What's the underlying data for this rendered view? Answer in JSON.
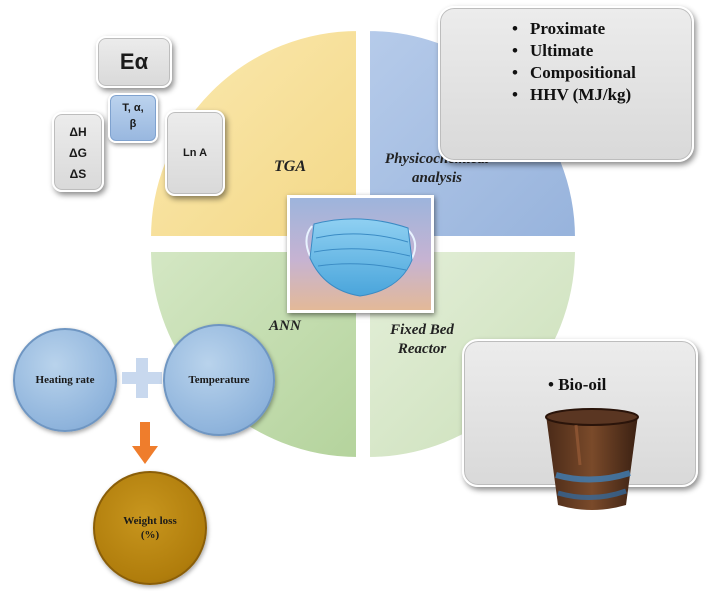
{
  "center": {
    "image": "surgical-mask"
  },
  "quadrants": {
    "tga": "TGA",
    "physico_line1": "Physicochemical",
    "physico_line2": "analysis",
    "ann": "ANN",
    "fixed_line1": "Fixed Bed",
    "fixed_line2": "Reactor"
  },
  "physico_box": {
    "bullet": "•",
    "items": [
      "Proximate",
      "Ultimate",
      "Compositional",
      "HHV (MJ/kg)"
    ]
  },
  "kinetics": {
    "ea": "Eα",
    "params": "T, α, β",
    "params_line1": "T, α,",
    "params_line2": "β",
    "thermo": [
      "ΔH",
      "ΔG",
      "ΔS"
    ],
    "lna": "Ln A"
  },
  "reactor_box": {
    "bullet": "•",
    "item": "Bio-oil"
  },
  "ann_inputs": {
    "heating_rate": "Heating rate",
    "temperature": "Temperature",
    "plus_symbol": "+",
    "output_line1": "Weight loss",
    "output_line2": "(%)"
  },
  "colors": {
    "tga_quadrant": "#f7e09a",
    "physico_quadrant": "#a3bce0",
    "ann_quadrant": "#c3ddb0",
    "fixed_quadrant": "#d8e8cc",
    "input_circle": "#9bbde2",
    "plus": "#c5d6ee",
    "arrow": "#ef7d2c",
    "output_circle": "#b8860b"
  }
}
